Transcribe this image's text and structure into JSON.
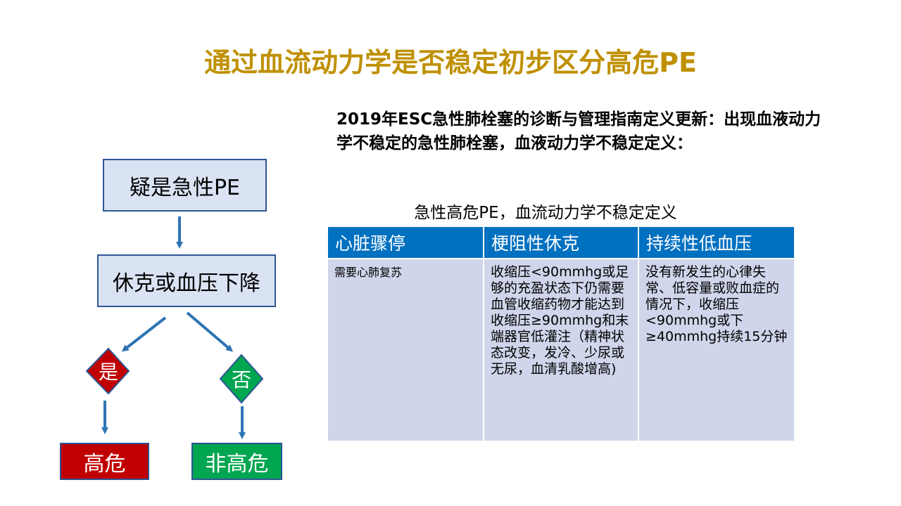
{
  "title": "通过血流动力学是否稳定初步区分高危PE",
  "flowchart": {
    "step1": "疑是急性PE",
    "step2": "休克或血压下降",
    "yes": "是",
    "no": "否",
    "high_risk": "高危",
    "non_high_risk": "非高危",
    "colors": {
      "box_fill": "#dae3f3",
      "border": "#2e5597",
      "high": "#c00000",
      "nonhigh": "#00a650"
    }
  },
  "intro": "2019年ESC急性肺栓塞的诊断与管理指南定义更新：出现血液动力学不稳定的急性肺栓塞，血液动力学不稳定定义：",
  "table": {
    "caption": "急性高危PE，血流动力学不稳定定义",
    "headers": [
      "心脏骤停",
      "梗阻性休克",
      "持续性低血压"
    ],
    "cells": [
      "需要心肺复苏",
      "收缩压<90mmhg或足够的充盈状态下仍需要血管收缩药物才能达到收缩压≥90mmhg和末端器官低灌注（精神状态改变，发冷、少尿或无尿，血清乳酸增高)",
      "没有新发生的心律失常、低容量或败血症的情况下，收缩压<90mmhg或下≥40mmhg持续15分钟"
    ]
  }
}
